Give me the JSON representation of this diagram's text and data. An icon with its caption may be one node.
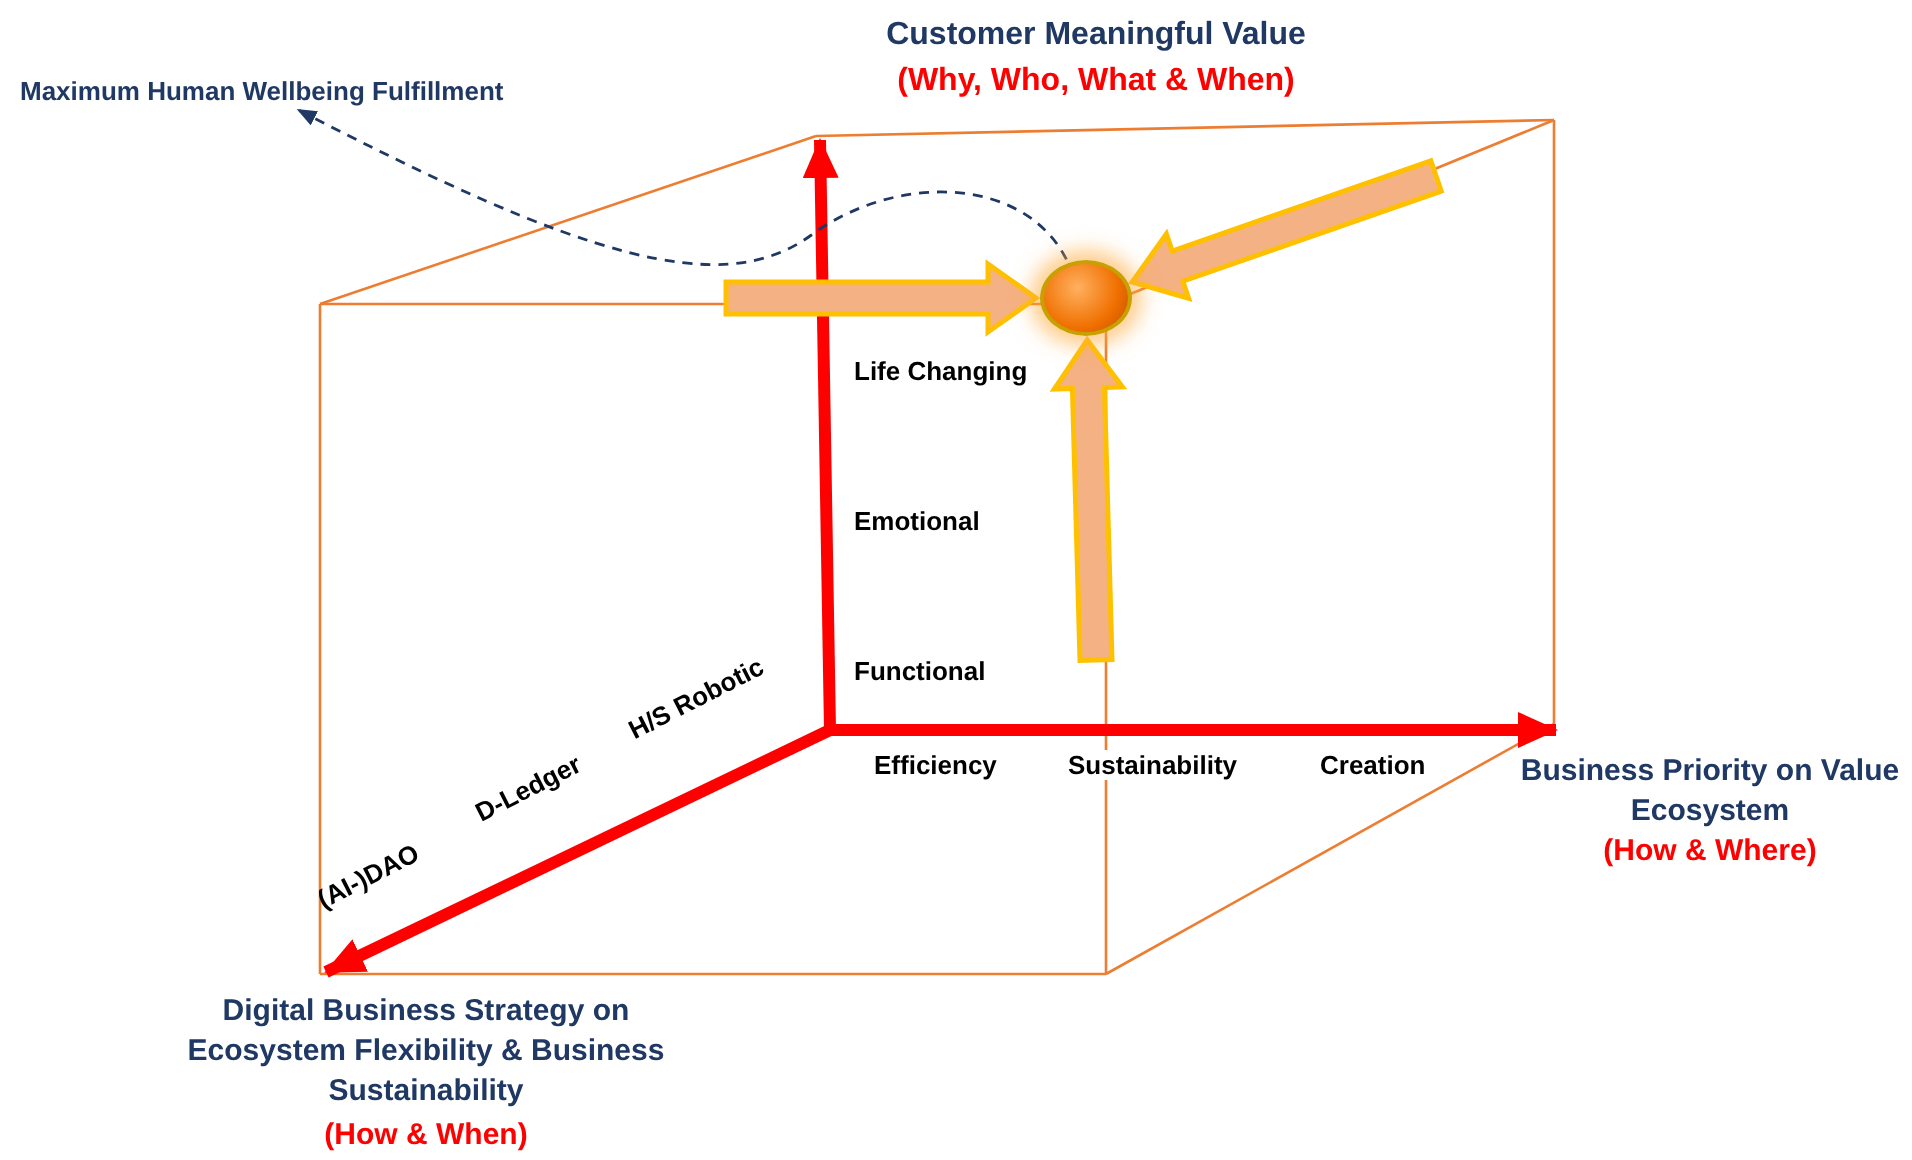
{
  "diagram": {
    "title": "Customer Meaningful Value",
    "nodes": [
      {
        "text": [],
        "shape": "circle"
      },
      {
        "text": [
          "Maximum Human Wellbeing Fulfillment"
        ]
      }
    ],
    "edges": [
      {
        "from": null,
        "to": 0,
        "arrow": "to"
      },
      {
        "from": null,
        "to": 0,
        "arrow": "to"
      },
      {
        "from": null,
        "to": 0,
        "arrow": "to"
      },
      {
        "from": 0,
        "to": 1,
        "arrow": "to",
        "style": "dashed",
        "color": "#1f3864"
      }
    ],
    "labels": [
      "(Why, Who, What & When)",
      "Life Changing",
      "Emotional",
      "Functional",
      "H/S Robotic",
      "D-Ledger",
      "(AI-)DAO",
      "Efficiency",
      "Sustainability",
      "Creation",
      "Business Priority on Value Ecosystem",
      "(How & Where)",
      "Digital Business Strategy on Ecosystem Flexibility & Business Sustainability",
      "(How & When)"
    ]
  }
}
